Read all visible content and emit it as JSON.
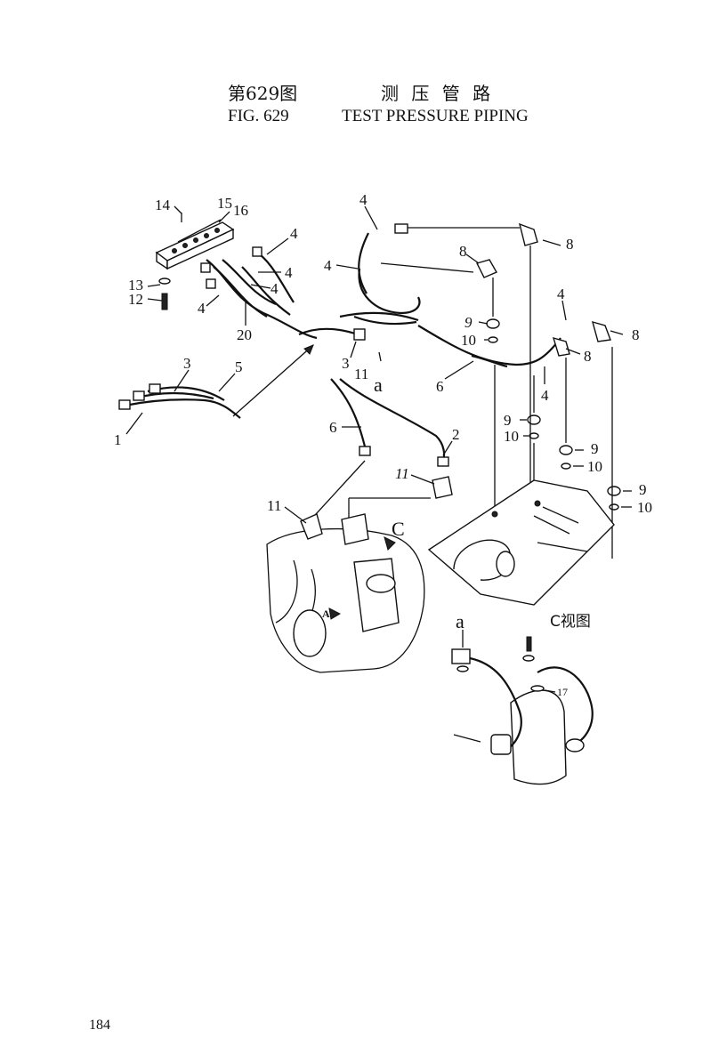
{
  "header": {
    "fig_cn": "第629图",
    "title_cn": "测 压 管 路",
    "fig_en": "FIG. 629",
    "title_en": "TEST PRESSURE PIPING"
  },
  "callouts": {
    "c1": "1",
    "c2": "2",
    "c3a": "3",
    "c3b": "3",
    "c4a": "4",
    "c4b": "4",
    "c4c": "4",
    "c4d": "4",
    "c4e": "4",
    "c4f": "4",
    "c4g": "4",
    "c4h": "4",
    "c5": "5",
    "c6a": "6",
    "c6b": "6",
    "c8a": "8",
    "c8b": "8",
    "c8c": "8",
    "c8d": "8",
    "c9a": "9",
    "c9b": "9",
    "c9c": "9",
    "c9d": "9",
    "c10a": "10",
    "c10b": "10",
    "c10c": "10",
    "c10d": "10",
    "c11a": "11",
    "c11b": "11",
    "c11c": "11",
    "c12": "12",
    "c13": "13",
    "c14": "14",
    "c15": "15",
    "c16": "16",
    "c17": "17",
    "c20": "20",
    "a1": "a",
    "a2": "a",
    "c_view_letter": "C",
    "c_view_label": "C视图",
    "view_arrow_a": "A"
  },
  "page_number": "184"
}
